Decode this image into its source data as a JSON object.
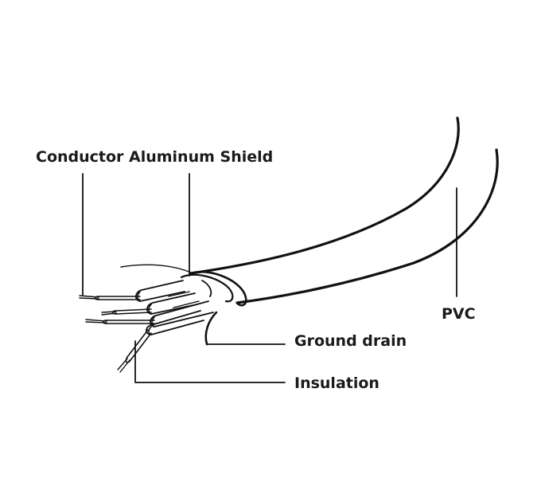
{
  "labels": {
    "conductor": "Conductor",
    "aluminum_shield": "Aluminum Shield",
    "pvc": "PVC",
    "ground_drain": "Ground drain",
    "insulation": "Insulation"
  },
  "colors": {
    "ink": "#111111",
    "background": "#ffffff"
  }
}
